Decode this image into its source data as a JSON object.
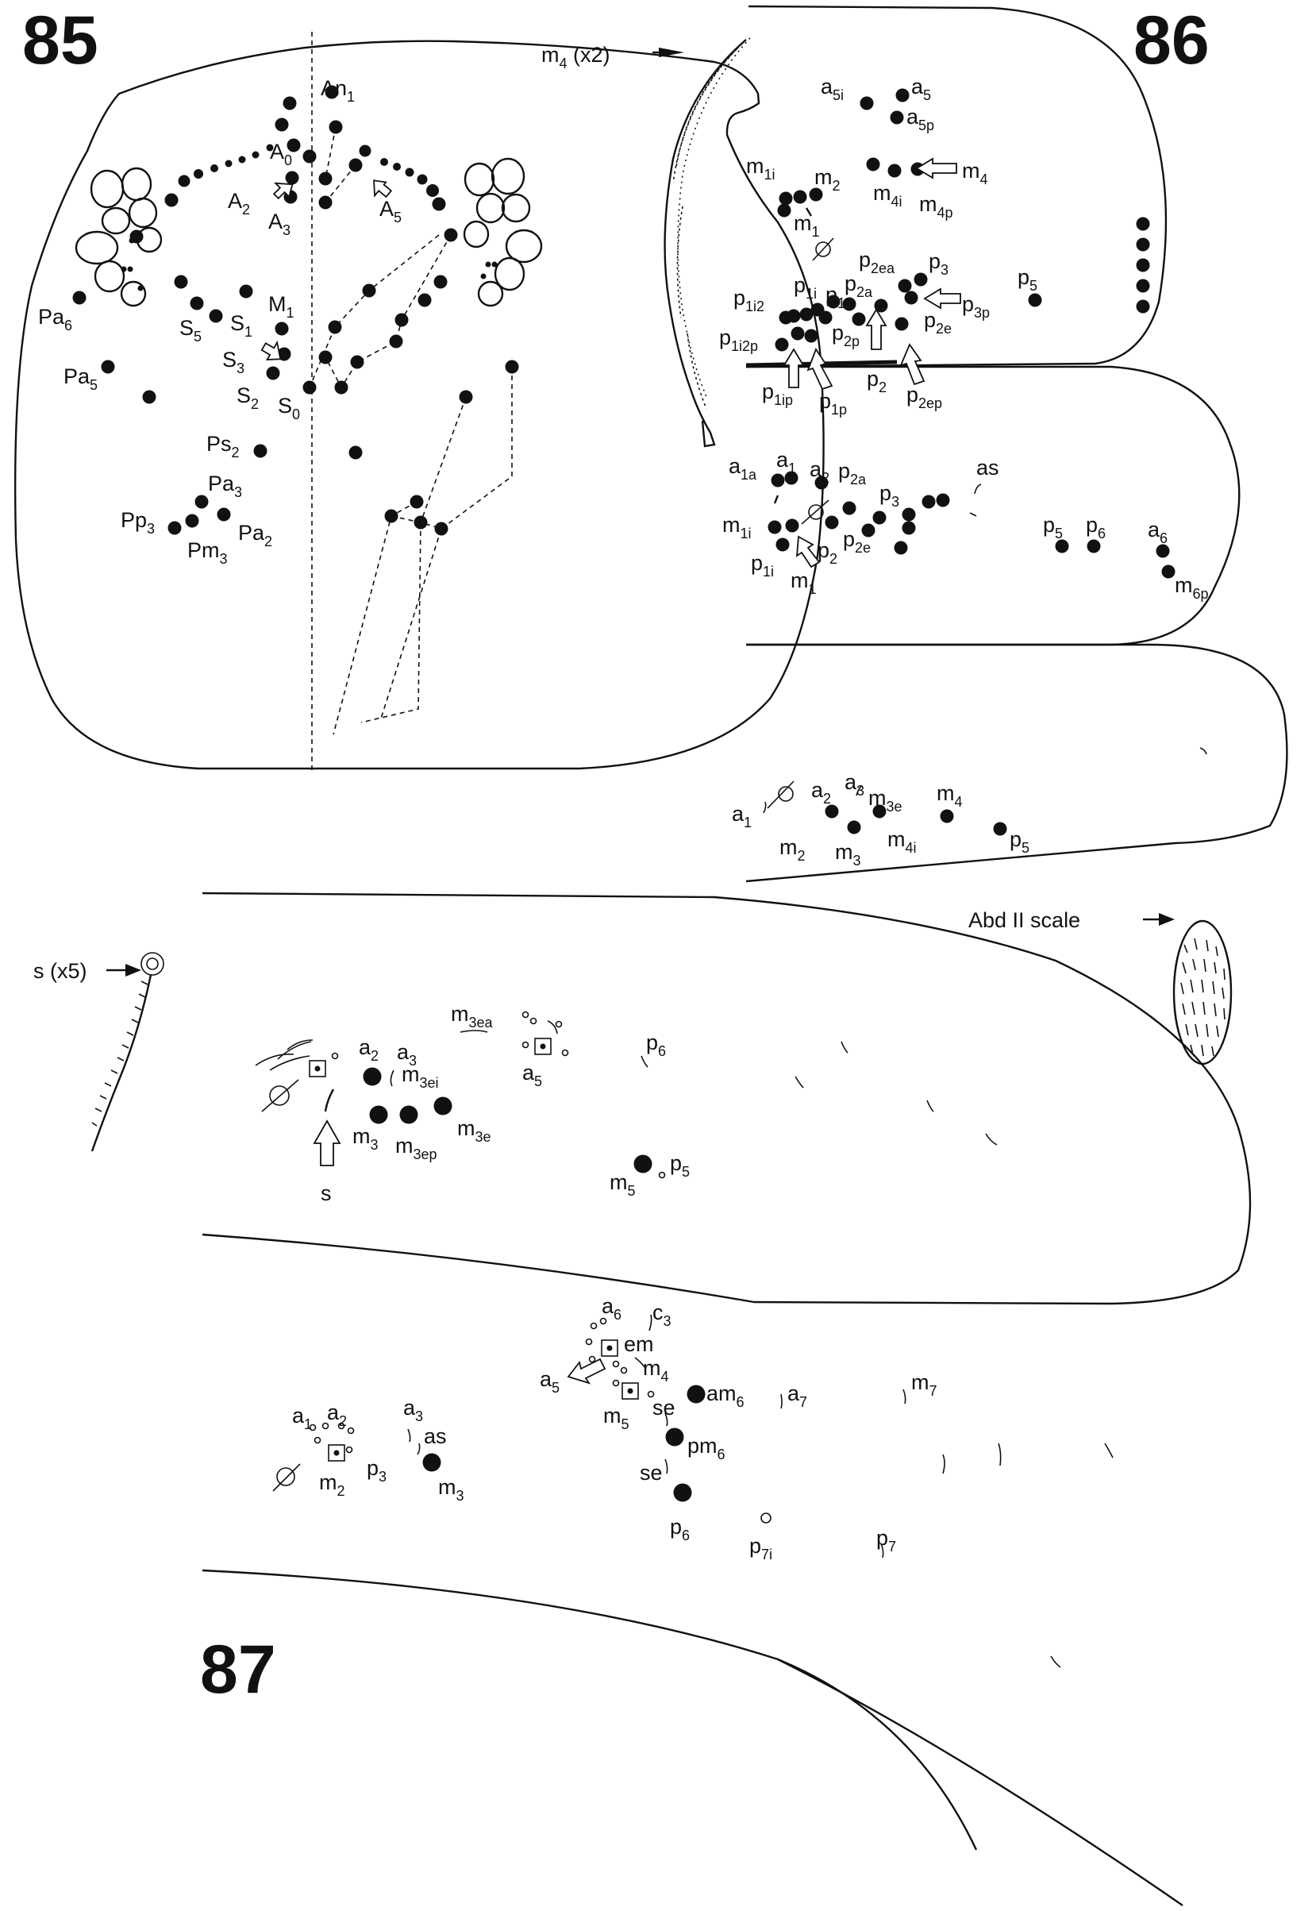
{
  "figure_numbers": {
    "fig85": "85",
    "fig86": "86",
    "fig87": "87"
  },
  "fig85": {
    "labels": {
      "an1": "An",
      "an1_sub": "1",
      "a0": "A",
      "a0_sub": "0",
      "a2": "A",
      "a2_sub": "2",
      "a3": "A",
      "a3_sub": "3",
      "a5": "A",
      "a5_sub": "5",
      "m1": "M",
      "m1_sub": "1",
      "s1": "S",
      "s1_sub": "1",
      "s5": "S",
      "s5_sub": "5",
      "s3": "S",
      "s3_sub": "3",
      "s2": "S",
      "s2_sub": "2",
      "s0": "S",
      "s0_sub": "0",
      "pa6": "Pa",
      "pa6_sub": "6",
      "pa5": "Pa",
      "pa5_sub": "5",
      "ps2": "Ps",
      "ps2_sub": "2",
      "pa3": "Pa",
      "pa3_sub": "3",
      "pp3": "Pp",
      "pp3_sub": "3",
      "pa2": "Pa",
      "pa2_sub": "2",
      "pm3": "Pm",
      "pm3_sub": "3"
    }
  },
  "fig86": {
    "inset": {
      "m4x2": "m",
      "m4x2_sub": "4",
      "m4x2_tail": " (x2)"
    },
    "th2": {
      "a5i": "a",
      "a5i_sub": "5i",
      "a5": "a",
      "a5_sub": "5",
      "a5p": "a",
      "a5p_sub": "5p",
      "m1i": "m",
      "m1i_sub": "1i",
      "m2": "m",
      "m2_sub": "2",
      "m1": "m",
      "m1_sub": "1",
      "m4i": "m",
      "m4i_sub": "4i",
      "m4p": "m",
      "m4p_sub": "4p",
      "m4": "m",
      "m4_sub": "4",
      "p2ea": "p",
      "p2ea_sub": "2ea",
      "p3": "p",
      "p3_sub": "3",
      "p5": "p",
      "p5_sub": "5",
      "p1i": "p",
      "p1i_sub": "1i",
      "p1": "p",
      "p1_sub": "1",
      "p2a": "p",
      "p2a_sub": "2a",
      "p1i2": "p",
      "p1i2_sub": "1i2",
      "p3p": "p",
      "p3p_sub": "3p",
      "p2e": "p",
      "p2e_sub": "2e",
      "p2p": "p",
      "p2p_sub": "2p",
      "p1i2p": "p",
      "p1i2p_sub": "1i2p",
      "p1ip": "p",
      "p1ip_sub": "1ip",
      "p1p": "p",
      "p1p_sub": "1p",
      "p2": "p",
      "p2_sub": "2",
      "p2ep": "p",
      "p2ep_sub": "2ep"
    },
    "th3": {
      "a1a": "a",
      "a1a_sub": "1a",
      "a1": "a",
      "a1_sub": "1",
      "a2": "a",
      "a2_sub": "2",
      "p2a": "p",
      "p2a_sub": "2a",
      "p3": "p",
      "p3_sub": "3",
      "as": "as",
      "m1i": "m",
      "m1i_sub": "1i",
      "p2": "p",
      "p2_sub": "2",
      "p2e": "p",
      "p2e_sub": "2e",
      "p1i": "p",
      "p1i_sub": "1i",
      "m1": "m",
      "m1_sub": "1",
      "p5": "p",
      "p5_sub": "5",
      "p6": "p",
      "p6_sub": "6",
      "a6": "a",
      "a6_sub": "6",
      "m6p": "m",
      "m6p_sub": "6p"
    },
    "abd1": {
      "a1": "a",
      "a1_sub": "1",
      "a2": "a",
      "a2_sub": "2",
      "a3": "a",
      "a3_sub": "3",
      "m3e": "m",
      "m3e_sub": "3e",
      "m4": "m",
      "m4_sub": "4",
      "m2": "m",
      "m2_sub": "2",
      "m3": "m",
      "m3_sub": "3",
      "m4i": "m",
      "m4i_sub": "4i",
      "p5": "p",
      "p5_sub": "5"
    },
    "abd2_scale": "Abd II scale"
  },
  "fig87": {
    "inset": {
      "s_x5": "s (x5)"
    },
    "abd2": {
      "m3ea": "m",
      "m3ea_sub": "3ea",
      "a2": "a",
      "a2_sub": "2",
      "a3": "a",
      "a3_sub": "3",
      "m3ei": "m",
      "m3ei_sub": "3ei",
      "a5": "a",
      "a5_sub": "5",
      "p6": "p",
      "p6_sub": "6",
      "m3": "m",
      "m3_sub": "3",
      "m3ep": "m",
      "m3ep_sub": "3ep",
      "m3e": "m",
      "m3e_sub": "3e",
      "s": "s",
      "m5": "m",
      "m5_sub": "5",
      "p5": "p",
      "p5_sub": "5"
    },
    "abd3": {
      "a6": "a",
      "a6_sub": "6",
      "c3": "c",
      "c3_sub": "3",
      "em": "em",
      "a5": "a",
      "a5_sub": "5",
      "m4": "m",
      "m4_sub": "4",
      "m5": "m",
      "m5_sub": "5",
      "se1": "se",
      "am6": "am",
      "am6_sub": "6",
      "a7": "a",
      "a7_sub": "7",
      "m7": "m",
      "m7_sub": "7",
      "a1": "a",
      "a1_sub": "1",
      "a2": "a",
      "a2_sub": "2",
      "a3": "a",
      "a3_sub": "3",
      "as": "as",
      "m2": "m",
      "m2_sub": "2",
      "p3": "p",
      "p3_sub": "3",
      "m3": "m",
      "m3_sub": "3",
      "pm6": "pm",
      "pm6_sub": "6",
      "se2": "se",
      "p6": "p",
      "p6_sub": "6",
      "p7i": "p",
      "p7i_sub": "7i",
      "p7": "p",
      "p7_sub": "7"
    }
  }
}
